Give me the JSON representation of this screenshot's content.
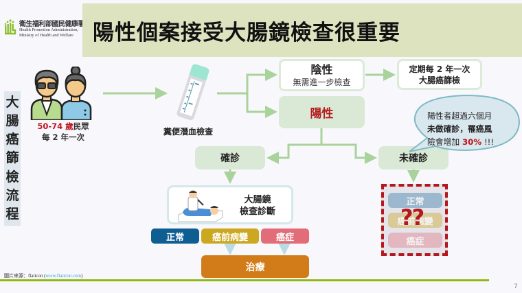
{
  "logo": {
    "org_zh": "衛生福利部國民健康署",
    "org_en_line1": "Health Promotion Administration,",
    "org_en_line2": "Ministry of Health and Welfare",
    "brand_color": "#8dbf2d"
  },
  "title": "陽性個案接受大腸鏡檢查很重要",
  "side_label": [
    "大",
    "腸",
    "癌",
    "篩",
    "檢",
    "流",
    "程"
  ],
  "people": {
    "icon": "people-icon",
    "age_range": "50-74",
    "age_unit": "歲",
    "group": "民眾",
    "frequency": "每 2 年一次"
  },
  "fit_test": {
    "icon": "fecal-test-kit-icon",
    "label": "糞便潛血檢查"
  },
  "negative": {
    "title": "陰性",
    "subtitle": "無需進一步檢查"
  },
  "regular_screening": {
    "line1": "定期每 2 年一次",
    "line2": "大腸癌篩檢"
  },
  "positive": {
    "title": "陽性",
    "color": "#b51a1e"
  },
  "confirmed": "確診",
  "unconfirmed": "未確診",
  "bubble": {
    "line1": "陽性者超過六個月",
    "line2": "未做確診，罹癌風",
    "line3_prefix": "險會增加 ",
    "line3_highlight": "30%",
    "line3_suffix": " !!!"
  },
  "colonoscopy": {
    "icon": "colonoscopy-doctor-icon",
    "line1": "大腸鏡",
    "line2": "檢查診斷"
  },
  "results": {
    "normal": "正常",
    "precancer": "癌前病變",
    "cancer": "癌症"
  },
  "treatment": "治療",
  "unknown_results": {
    "normal": "正常",
    "precancer": "癌前病變",
    "cancer": "癌症",
    "marks": "??"
  },
  "credit": {
    "prefix": "圖片來源：flaticon (",
    "link": "www.flaticon.com",
    "suffix": ")"
  },
  "page_number": "7"
}
